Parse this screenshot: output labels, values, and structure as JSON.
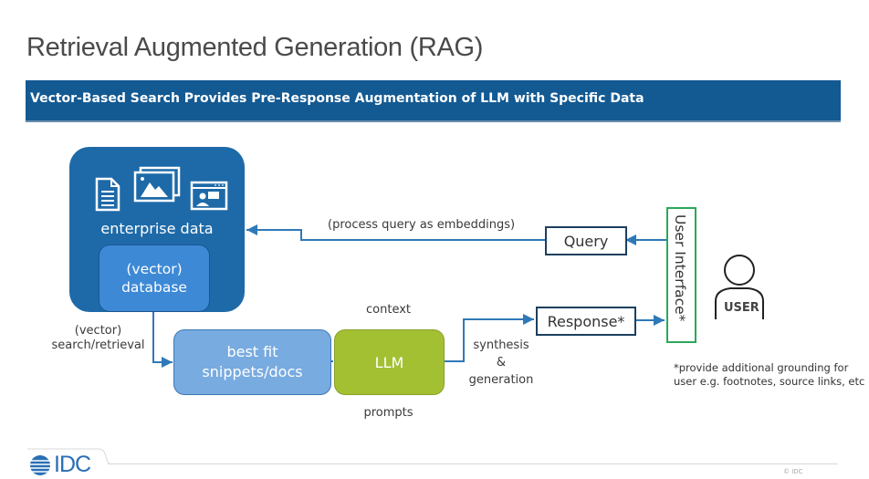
{
  "title": "Retrieval Augmented Generation (RAG)",
  "banner": {
    "text": "Vector-Based Search Provides Pre-Response Augmentation of LLM with Specific Data",
    "color": "#135a93"
  },
  "nodes": {
    "enterprise_data": {
      "label": "enterprise data",
      "icons": [
        "document-icon",
        "images-icon",
        "video-chat-window-icon"
      ],
      "color": "#1e6aa8"
    },
    "vector_database": {
      "line1": "(vector)",
      "line2": "database",
      "color": "#3d89d6"
    },
    "snippets": {
      "line1": "best fit",
      "line2": "snippets/docs",
      "color": "#78abe0"
    },
    "llm": {
      "label": "LLM",
      "color": "#a3c033"
    },
    "query": {
      "label": "Query"
    },
    "response": {
      "label": "Response*"
    },
    "user_interface": {
      "label": "User Interface*",
      "color": "#2aa85a"
    },
    "user": {
      "label": "USER"
    }
  },
  "edge_labels": {
    "process_query": "(process query as embeddings)",
    "search_retrieval_line1": "(vector)",
    "search_retrieval_line2": "search/retrieval",
    "context": "context",
    "prompts": "prompts",
    "synthesis_line1": "synthesis",
    "synthesis_line2": "&",
    "synthesis_line3": "generation"
  },
  "footnote": {
    "line1": "*provide additional grounding for",
    "line2": "user e.g. footnotes, source links, etc"
  },
  "footer": {
    "logo_text": "IDC",
    "copyright": "© IDC"
  }
}
